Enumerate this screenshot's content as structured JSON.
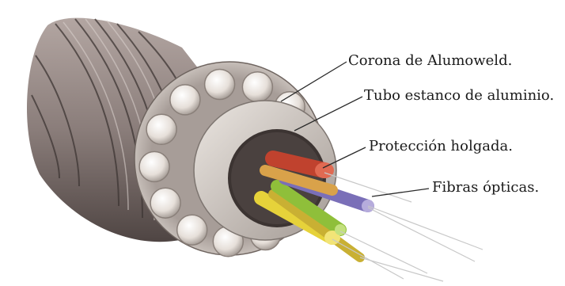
{
  "labels": {
    "corona": "Corona de Alumoweld.",
    "tubo": "Tubo estanco de aluminio.",
    "proteccion": "Protección holgada.",
    "fibras": "Fibras ópticas."
  },
  "colors": {
    "background": "#ffffff",
    "text": "#1a1a1a",
    "leader_line": "#2a2a2a",
    "outer_strand": "#8f8280",
    "alumoweld_wire": "#e8e2dc",
    "aluminium_tube": "#cfc8c2",
    "loose_tube_red": "#c0422e",
    "loose_tube_yellow": "#e6d23a",
    "loose_tube_purple": "#7a6fb8",
    "loose_tube_green": "#8fbf3a",
    "loose_tube_orange": "#d9a24a"
  }
}
